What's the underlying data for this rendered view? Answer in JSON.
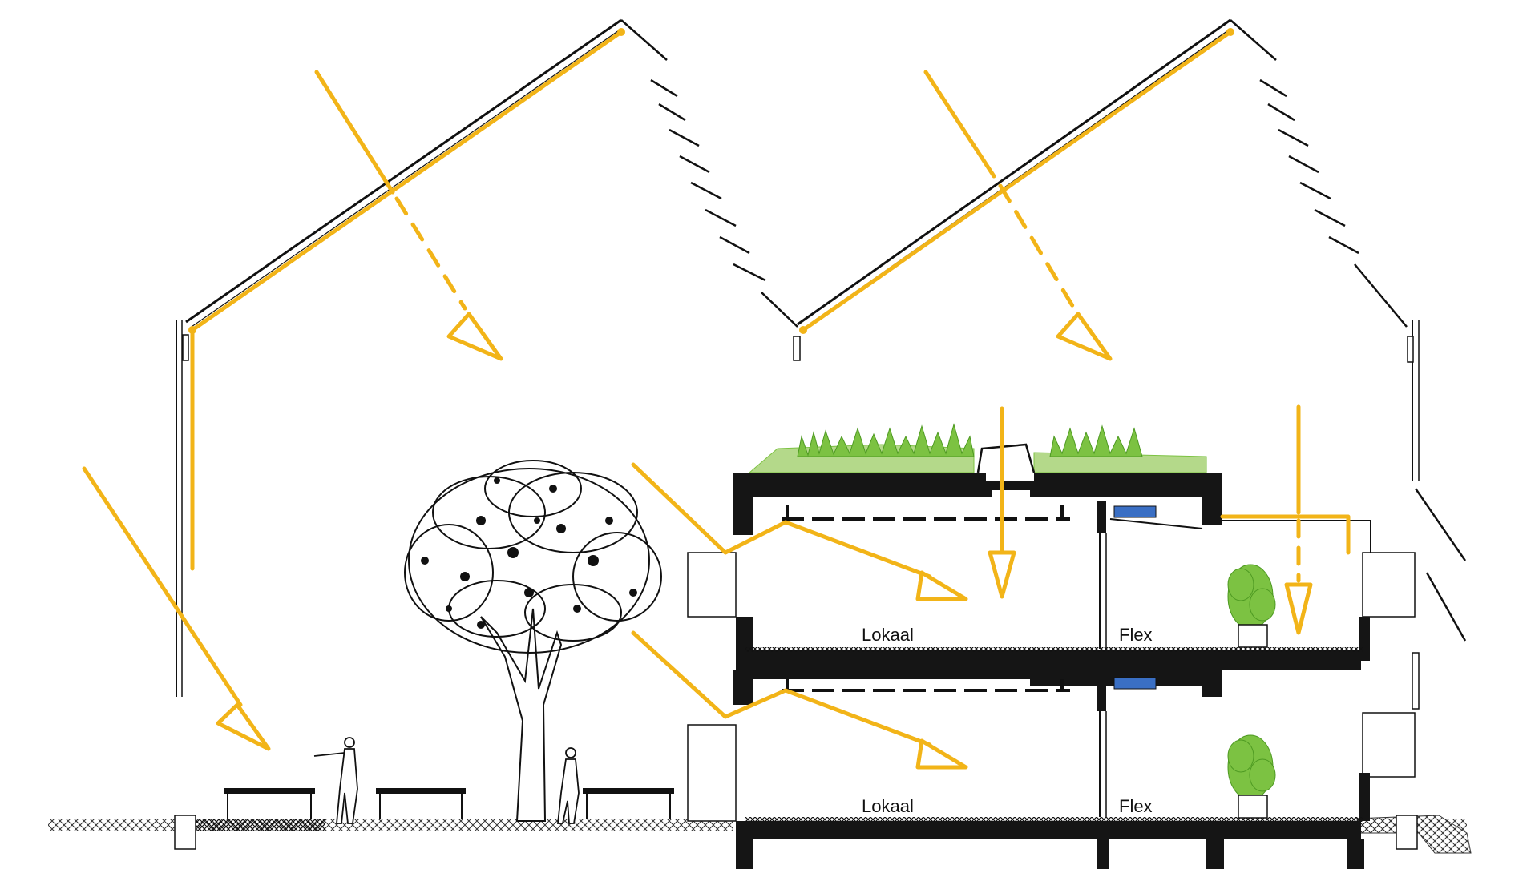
{
  "labels": {
    "upper_room": "Lokaal",
    "upper_flex": "Flex",
    "lower_room": "Lokaal",
    "lower_flex": "Flex"
  },
  "colors": {
    "sunlight": "#f2b418",
    "structure": "#151515",
    "vegetation": "#7cc242",
    "duct": "#3a6fc4",
    "background": "#ffffff"
  },
  "icons": [
    "sunlight-arrow",
    "tree",
    "person",
    "potted-plant",
    "green-roof",
    "ventilation-duct"
  ]
}
